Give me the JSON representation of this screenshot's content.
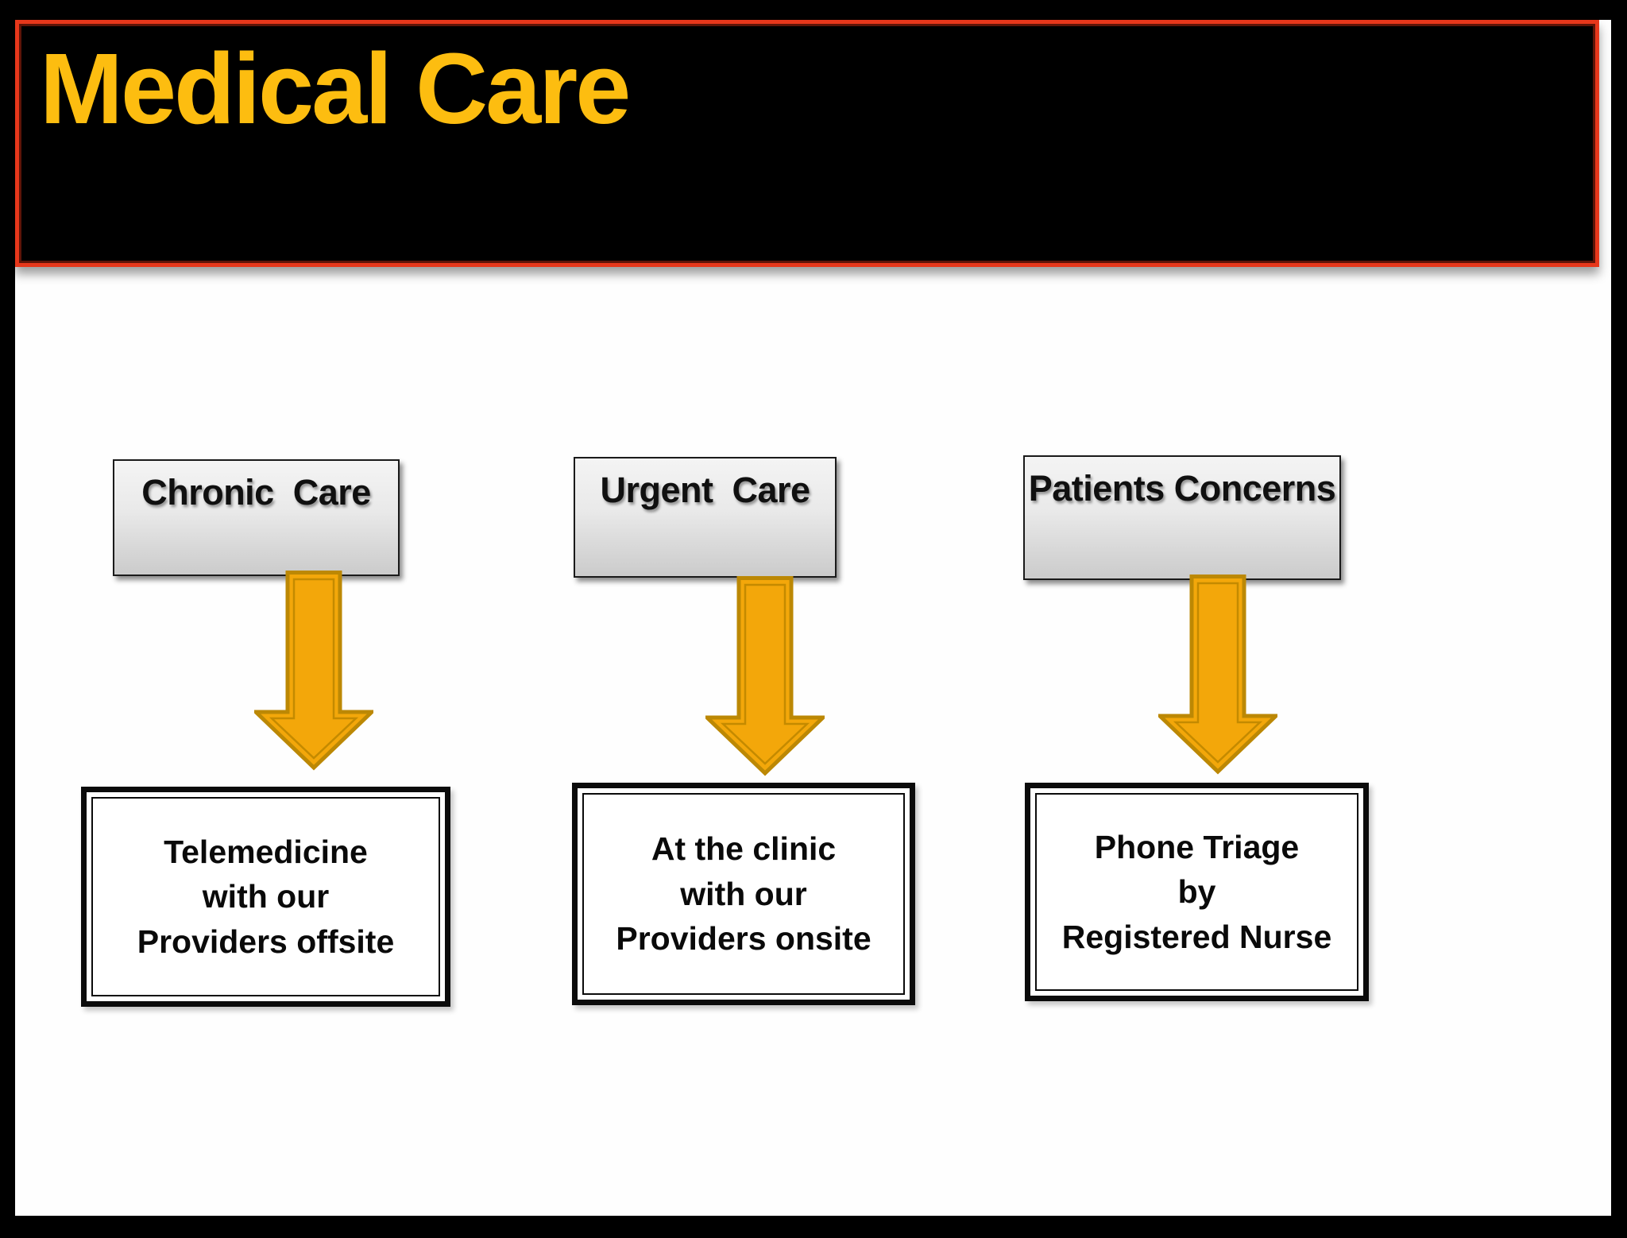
{
  "slide": {
    "title": "Medical Care",
    "colors": {
      "title_gold": "#FDBD10",
      "header_bg": "#000000",
      "header_border_red": "#E7371B",
      "arrow_fill": "#F3A70A",
      "arrow_stroke": "#BC8804",
      "top_box_gradient_top": "#F4F4F4",
      "top_box_gradient_bottom": "#CBCBCB"
    },
    "columns": [
      {
        "top_label": "Chronic  Care",
        "bottom_lines": [
          "Telemedicine",
          "with our",
          "Providers offsite"
        ]
      },
      {
        "top_label": "Urgent  Care",
        "bottom_lines": [
          "At the clinic",
          "with our",
          "Providers onsite"
        ]
      },
      {
        "top_label": "Patients Concerns",
        "bottom_lines": [
          "Phone Triage",
          "by",
          "Registered Nurse"
        ]
      }
    ]
  }
}
